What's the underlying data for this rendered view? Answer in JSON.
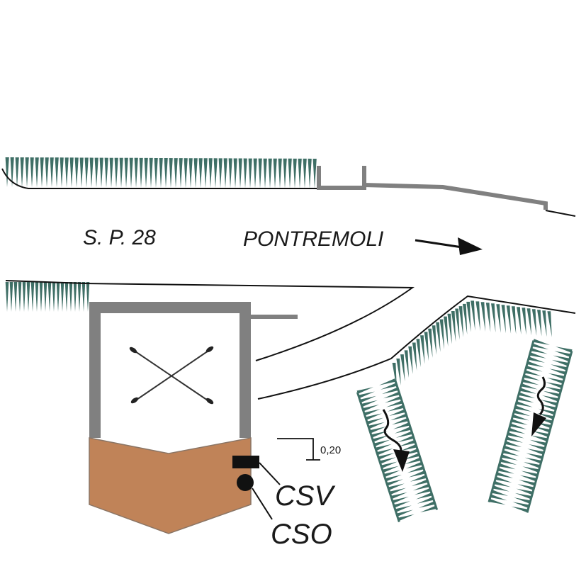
{
  "labels": {
    "road_name": "S. P. 28",
    "direction": "PONTREMOLI",
    "sensor_vertical": "CSV",
    "sensor_oblique": "CSO",
    "scale_value": "0,20"
  },
  "colors": {
    "line": "#111111",
    "wall": "#808080",
    "vegetation": "#3f6f66",
    "fill_soil": "#c08358",
    "background": "#ffffff"
  },
  "icons": {
    "direction_arrow": "arrow-right-icon",
    "vertical_sensor": "filled-rectangle-marker",
    "oblique_sensor": "filled-circle-marker",
    "flow_arrow": "curved-arrow-down-icon",
    "cross_bracing": "x-brace-anchors"
  }
}
